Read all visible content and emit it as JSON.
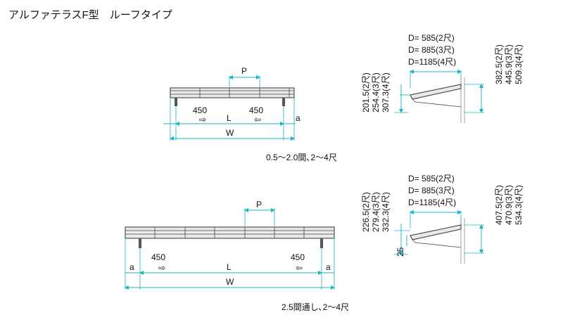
{
  "page": {
    "title": "アルファテラスF型　ルーフタイプ"
  },
  "diagram_top": {
    "caption": "0.5〜2.0間､2〜4尺",
    "pitch_label": "P",
    "left_offset": "450",
    "right_offset": "450",
    "length_label": "L",
    "width_label": "W",
    "a_label": "a",
    "depth_lines": [
      "D=  585(2尺)",
      "D=  885(3尺)",
      "D=1185(4尺)"
    ],
    "left_heights": [
      "201.5(2尺)",
      "254.4(3尺)",
      "307.3(4尺)"
    ],
    "right_heights": [
      "382.5(2尺)",
      "445.9(3尺)",
      "509.3(4尺)"
    ]
  },
  "diagram_bottom": {
    "caption": "2.5間通し､2〜4尺",
    "pitch_label": "P",
    "left_offset": "450",
    "right_offset": "450",
    "length_label": "L",
    "width_label": "W",
    "a_left": "a",
    "a_right": "a",
    "depth_lines": [
      "D=  585(2尺)",
      "D=  885(3尺)",
      "D=1185(4尺)"
    ],
    "left_heights": [
      "226.5(2尺)",
      "279.4(3尺)",
      "332.3(4尺)"
    ],
    "right_heights": [
      "407.5(2尺)",
      "470.9(3尺)",
      "534.3(4尺)"
    ],
    "drop_label": "25"
  },
  "colors": {
    "dimension": "#19b5c4",
    "line": "#333333"
  }
}
